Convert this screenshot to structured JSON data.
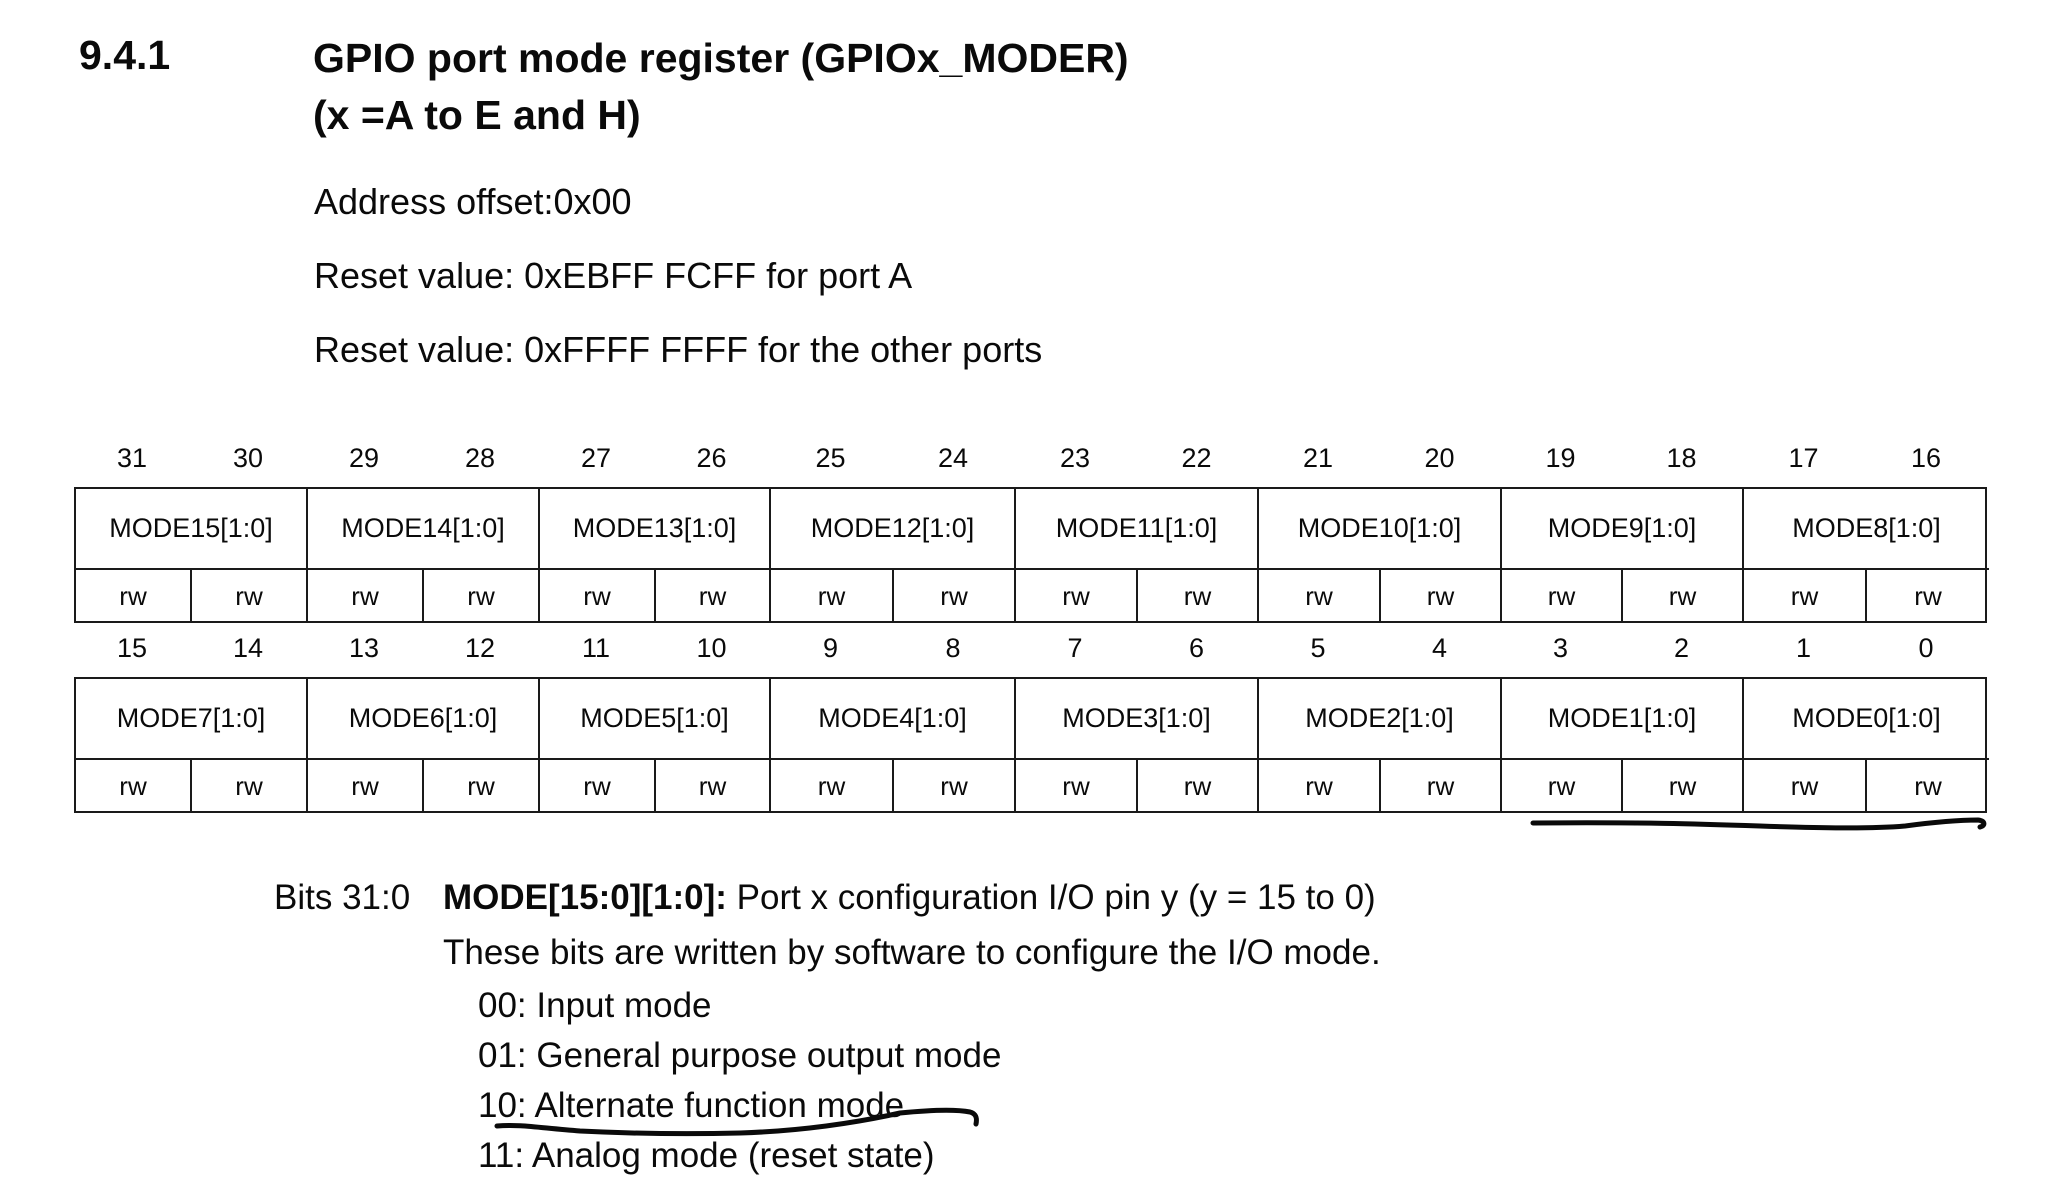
{
  "section": {
    "number": "9.4.1",
    "title_line1": "GPIO port mode register (GPIOx_MODER)",
    "title_line2": "(x =A to E and H)"
  },
  "meta": {
    "address_offset": "Address offset:0x00",
    "reset_port_a": "Reset value: 0xEBFF FCFF for port A",
    "reset_other": "Reset value: 0xFFFF FFFF for the other ports"
  },
  "register": {
    "upper": {
      "bits": [
        "31",
        "30",
        "29",
        "28",
        "27",
        "26",
        "25",
        "24",
        "23",
        "22",
        "21",
        "20",
        "19",
        "18",
        "17",
        "16"
      ],
      "fields": [
        "MODE15[1:0]",
        "MODE14[1:0]",
        "MODE13[1:0]",
        "MODE12[1:0]",
        "MODE11[1:0]",
        "MODE10[1:0]",
        "MODE9[1:0]",
        "MODE8[1:0]"
      ],
      "access": [
        "rw",
        "rw",
        "rw",
        "rw",
        "rw",
        "rw",
        "rw",
        "rw",
        "rw",
        "rw",
        "rw",
        "rw",
        "rw",
        "rw",
        "rw",
        "rw"
      ]
    },
    "lower": {
      "bits": [
        "15",
        "14",
        "13",
        "12",
        "11",
        "10",
        "9",
        "8",
        "7",
        "6",
        "5",
        "4",
        "3",
        "2",
        "1",
        "0"
      ],
      "fields": [
        "MODE7[1:0]",
        "MODE6[1:0]",
        "MODE5[1:0]",
        "MODE4[1:0]",
        "MODE3[1:0]",
        "MODE2[1:0]",
        "MODE1[1:0]",
        "MODE0[1:0]"
      ],
      "access": [
        "rw",
        "rw",
        "rw",
        "rw",
        "rw",
        "rw",
        "rw",
        "rw",
        "rw",
        "rw",
        "rw",
        "rw",
        "rw",
        "rw",
        "rw",
        "rw"
      ]
    }
  },
  "description": {
    "bits_label": "Bits 31:0",
    "field_name": "MODE[15:0][1:0]:",
    "field_summary": " Port x configuration I/O pin y (y = 15 to 0)",
    "detail": "These bits are written by software to configure the I/O mode.",
    "values": [
      "00: Input mode",
      "01: General purpose output mode",
      "10: Alternate function mode",
      "11: Analog mode (reset state)"
    ]
  },
  "annotations": {
    "ink_color": "#0a0a0a",
    "underline_table": "under MODE1[1:0] and MODE0[1:0] access row",
    "underline_text": "under 10: Alternate function mode"
  }
}
